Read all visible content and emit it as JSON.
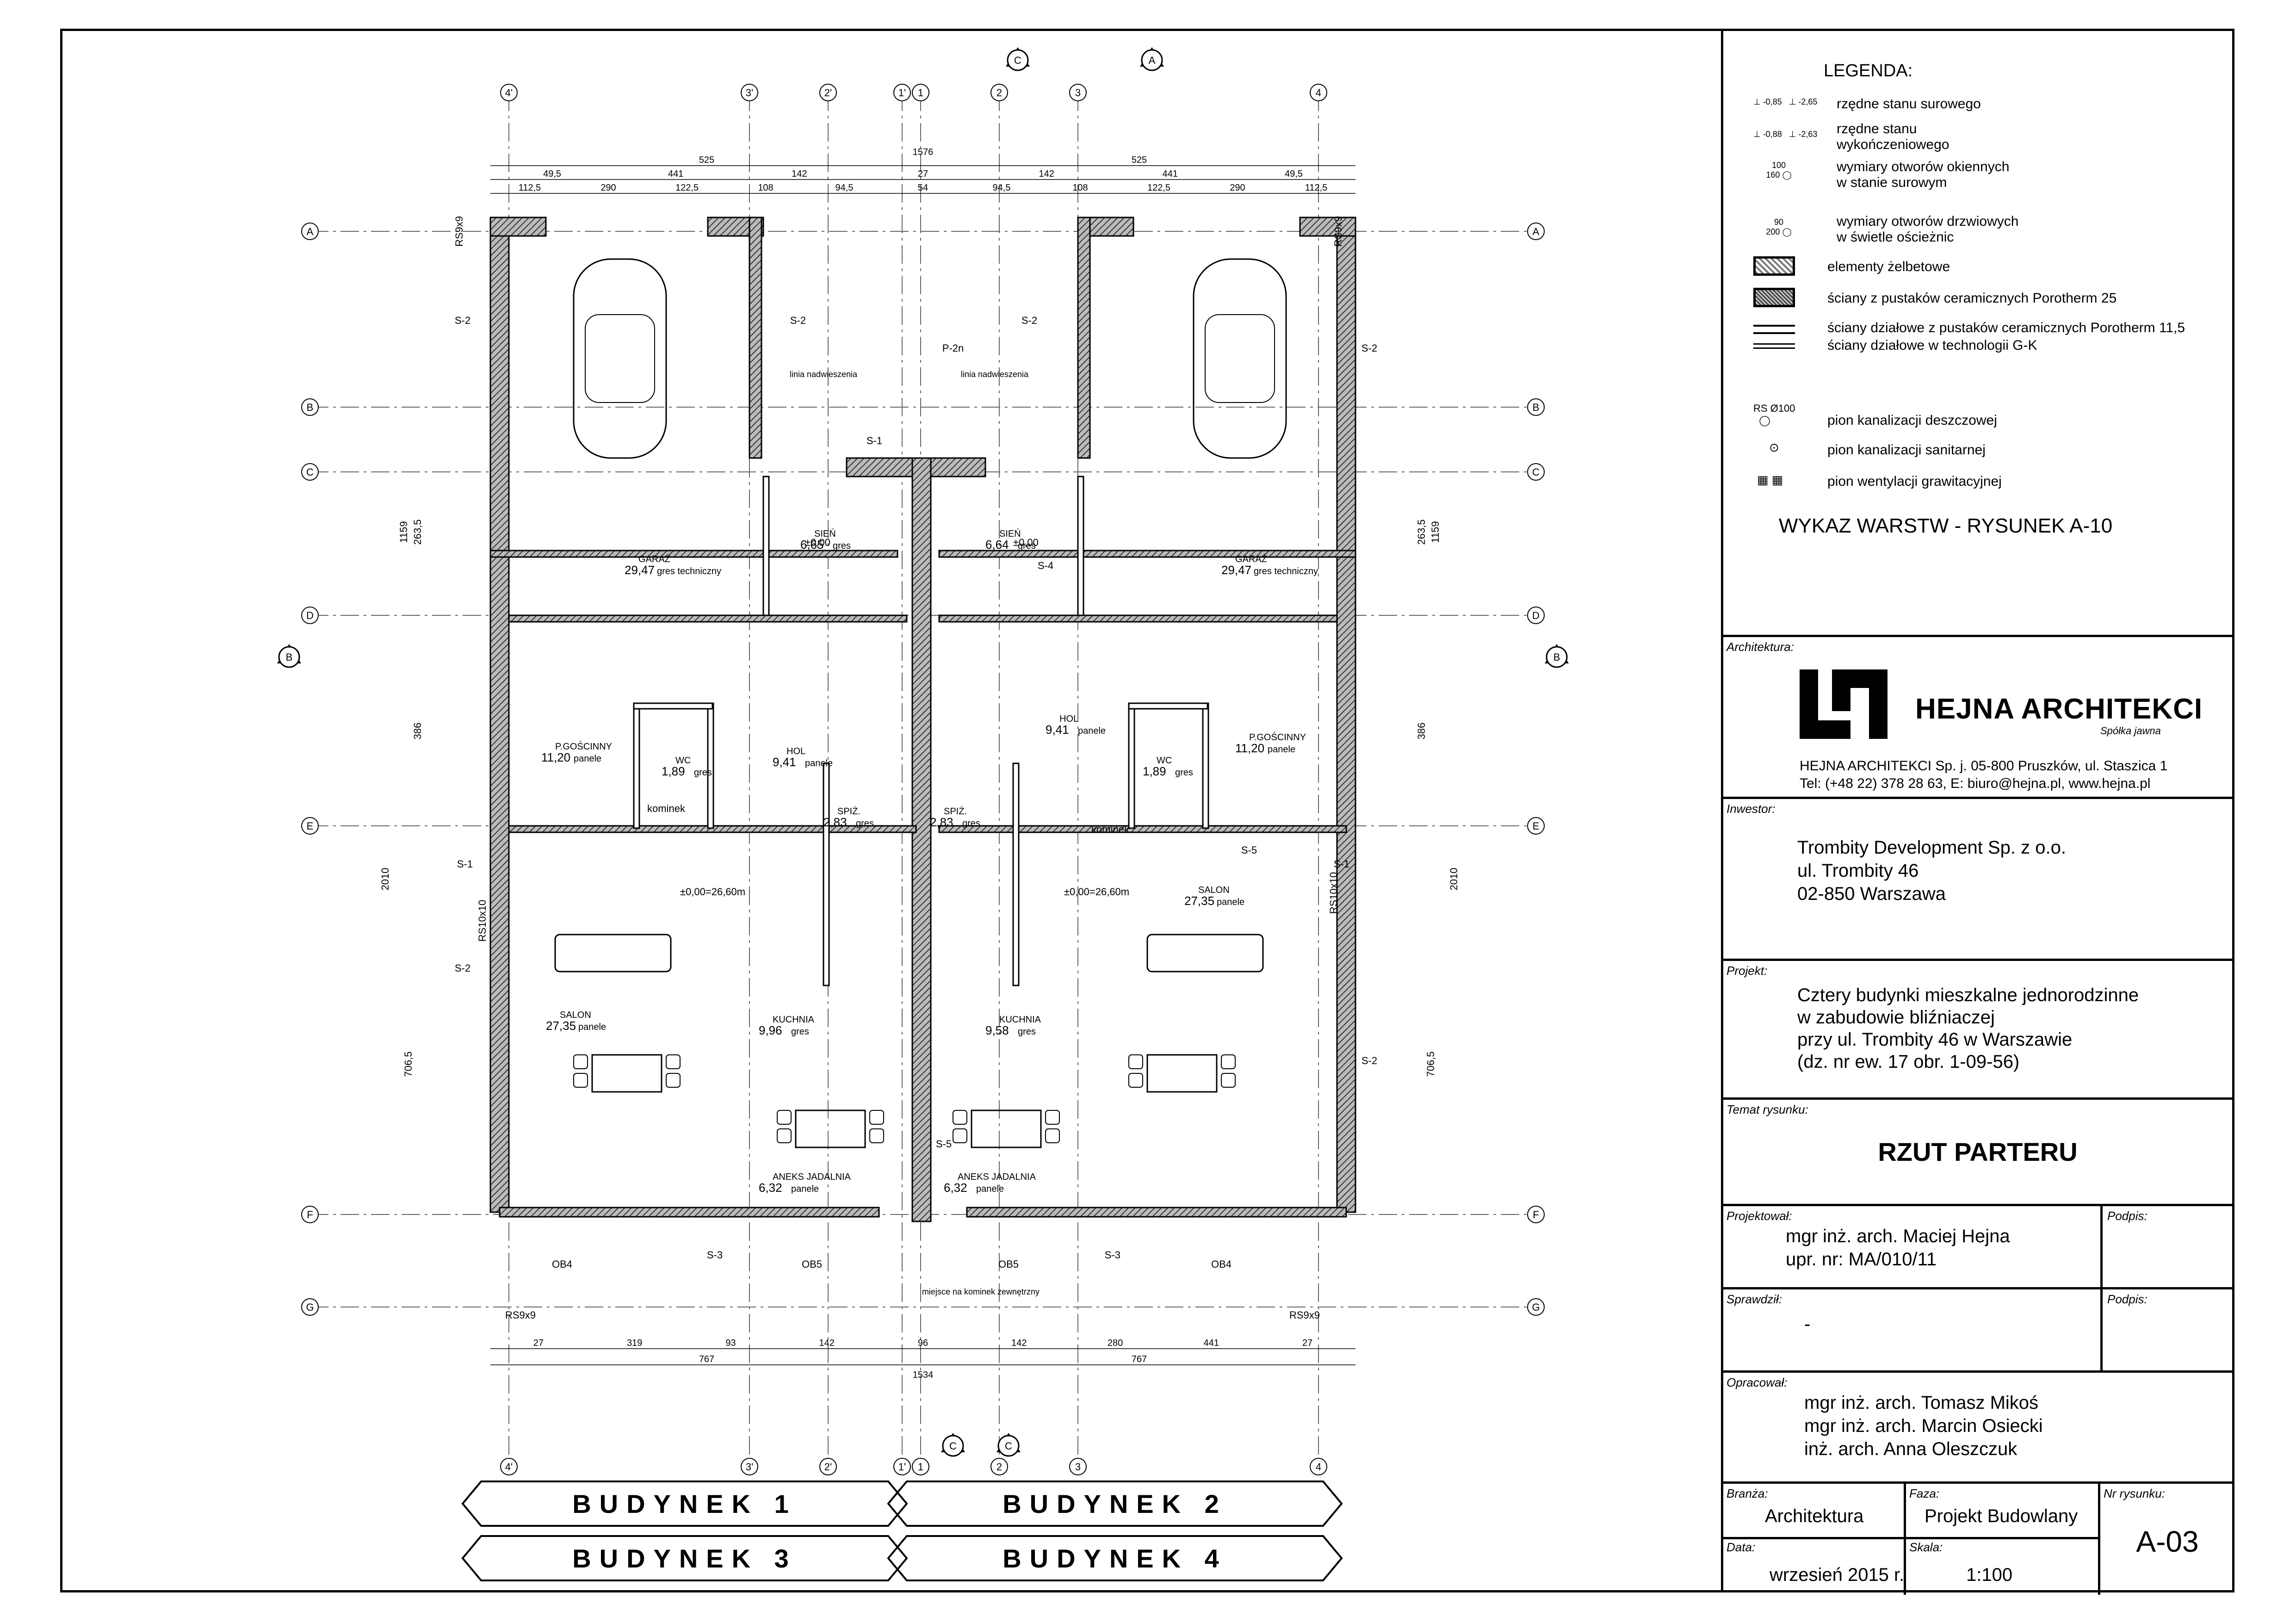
{
  "legend": {
    "title": "LEGENDA:",
    "items": [
      {
        "sym_a": "-0,85",
        "sym_b": "-2,65",
        "label": "rzędne stanu surowego"
      },
      {
        "sym_a": "-0,88",
        "sym_b": "-2,63",
        "label": "rzędne stanu",
        "label2": "wykończeniowego"
      },
      {
        "sym_a": "100",
        "sym_b": "160",
        "label": "wymiary otworów okiennych",
        "label2": "w stanie surowym"
      },
      {
        "sym_a": "90",
        "sym_b": "200",
        "label": "wymiary otworów drzwiowych",
        "label2": "w świetle ościeżnic"
      },
      {
        "label": "elementy żelbetowe"
      },
      {
        "label": "ściany z pustaków ceramicznych Porotherm 25"
      },
      {
        "label": "ściany działowe z pustaków ceramicznych Porotherm 11,5"
      },
      {
        "label": "ściany działowe w technologii G-K"
      },
      {
        "sym_a": "RS Ø100",
        "label": "pion kanalizacji deszczowej"
      },
      {
        "label": "pion kanalizacji sanitarnej"
      },
      {
        "label": "pion wentylacji grawitacyjnej"
      }
    ],
    "layers_note": "WYKAZ WARSTW - RYSUNEK A-10"
  },
  "titleblock": {
    "architect_label": "Architektura:",
    "firm_name": "HEJNA ARCHITEKCI",
    "firm_sub": "Spółka jawna",
    "firm_addr1": "HEJNA ARCHITEKCI Sp. j. 05-800 Pruszków, ul. Staszica 1",
    "firm_addr2": "Tel: (+48 22) 378 28 63, E: biuro@hejna.pl, www.hejna.pl",
    "investor_label": "Inwestor:",
    "investor": [
      "Trombity Development Sp. z o.o.",
      "ul. Trombity 46",
      "02-850 Warszawa"
    ],
    "project_label": "Projekt:",
    "project": [
      "Cztery budynki mieszkalne jednorodzinne",
      "w zabudowie bliźniaczej",
      "przy ul. Trombity 46 w Warszawie",
      "(dz. nr ew. 17 obr. 1-09-56)"
    ],
    "subject_label": "Temat rysunku:",
    "subject": "RZUT PARTERU",
    "designed_label": "Projektował:",
    "designed": [
      "mgr inż. arch. Maciej Hejna",
      "upr. nr: MA/010/11"
    ],
    "signature_label": "Podpis:",
    "checked_label": "Sprawdził:",
    "checked": "-",
    "prepared_label": "Opracował:",
    "prepared": [
      "mgr inż. arch. Tomasz Mikoś",
      "mgr inż. arch. Marcin Osiecki",
      "inż. arch. Anna Oleszczuk"
    ],
    "branch_label": "Branża:",
    "branch": "Architektura",
    "phase_label": "Faza:",
    "phase": "Projekt Budowlany",
    "drawing_no_label": "Nr rysunku:",
    "drawing_no": "A-03",
    "date_label": "Data:",
    "date": "wrzesień 2015 r.",
    "scale_label": "Skala:",
    "scale": "1:100"
  },
  "buildings": [
    "BUDYNEK 1",
    "BUDYNEK 2",
    "BUDYNEK 3",
    "BUDYNEK 4"
  ],
  "plan": {
    "axes_vertical": [
      "4'",
      "3'",
      "2'",
      "1'",
      "1",
      "2",
      "3",
      "4"
    ],
    "axes_horizontal": [
      "A",
      "B",
      "C",
      "D",
      "E",
      "F",
      "G"
    ],
    "sections": [
      "C",
      "A",
      "B"
    ],
    "dims_top_total": "1576",
    "dims_top": [
      "525",
      "525"
    ],
    "dims_top_row2": [
      "49,5",
      "441",
      "142",
      "27",
      "142",
      "441",
      "49,5"
    ],
    "dims_top_row3": [
      "112,5",
      "290",
      "122,5",
      "108",
      "94,5",
      "54",
      "94,5",
      "108",
      "122,5",
      "290",
      "112,5"
    ],
    "dims_bottom_row1": [
      "27",
      "319",
      "93",
      "142",
      "96",
      "142",
      "280",
      "441",
      "27"
    ],
    "dims_bottom_row2": [
      "767",
      "767"
    ],
    "dims_bottom_total": "1534",
    "dims_left": [
      "1159",
      "2010",
      "706,5",
      "386",
      "263,5"
    ],
    "rooms": [
      {
        "name": "GARAŻ",
        "area": "29,47",
        "finish": "gres techniczny"
      },
      {
        "name": "GARAŻ",
        "area": "29,47",
        "finish": "gres techniczny"
      },
      {
        "name": "SIEŃ",
        "area": "6,65",
        "finish": "gres"
      },
      {
        "name": "SIEŃ",
        "area": "6,64",
        "finish": "gres"
      },
      {
        "name": "HOL",
        "area": "9,41",
        "finish": "panele"
      },
      {
        "name": "HOL",
        "area": "9,41",
        "finish": "panele"
      },
      {
        "name": "P.GOŚCINNY",
        "area": "11,20",
        "finish": "panele"
      },
      {
        "name": "P.GOŚCINNY",
        "area": "11,20",
        "finish": "panele"
      },
      {
        "name": "WC",
        "area": "1,89",
        "finish": "gres"
      },
      {
        "name": "WC",
        "area": "1,89",
        "finish": "gres"
      },
      {
        "name": "SPIŻ.",
        "area": "2,83",
        "finish": "gres"
      },
      {
        "name": "SPIŻ.",
        "area": "2,83",
        "finish": "gres"
      },
      {
        "name": "SALON",
        "area": "27,35",
        "finish": "panele"
      },
      {
        "name": "SALON",
        "area": "27,35",
        "finish": "panele"
      },
      {
        "name": "KUCHNIA",
        "area": "9,96",
        "finish": "gres"
      },
      {
        "name": "KUCHNIA",
        "area": "9,58",
        "finish": "gres"
      },
      {
        "name": "ANEKS JADALNIA",
        "area": "6,32",
        "finish": "panele"
      },
      {
        "name": "ANEKS JADALNIA",
        "area": "6,32",
        "finish": "panele"
      }
    ],
    "level_marks": [
      "±0,00=26,60m",
      "±0,00=26,60m",
      "±0,00",
      "±0,00"
    ],
    "labels": [
      "S-2",
      "S-2",
      "S-2",
      "S-2",
      "S-1",
      "S-1",
      "S-1",
      "S-4",
      "S-5",
      "S-5",
      "S-2",
      "S-2",
      "S-3",
      "S-3",
      "P-2n",
      "RS9x9",
      "RS9x9",
      "RS9x9",
      "RS9x9",
      "RS10x10",
      "RS10x10",
      "linia nadwieszenia",
      "linia nadwieszenia",
      "kominek",
      "kominek",
      "miejsce na kominek zewnętrzny",
      "OB4",
      "OB5",
      "OB5",
      "OB4"
    ]
  }
}
